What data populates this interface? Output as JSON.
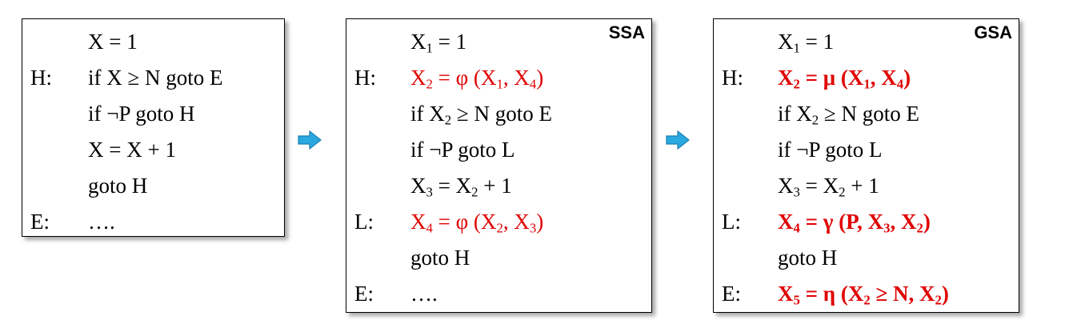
{
  "colors": {
    "highlight": "#e00000",
    "arrow_fill": "#29a9e0",
    "arrow_stroke": "#1c7fb0"
  },
  "panels": [
    {
      "tag": "",
      "lines": [
        {
          "label": "",
          "parts": [
            {
              "t": "X = 1"
            }
          ]
        },
        {
          "label": "H:",
          "parts": [
            {
              "t": "if X ≥ N goto E"
            }
          ]
        },
        {
          "label": "",
          "parts": [
            {
              "t": "if ¬P goto H"
            }
          ]
        },
        {
          "label": "",
          "parts": [
            {
              "t": "X = X + 1"
            }
          ]
        },
        {
          "label": "",
          "parts": [
            {
              "t": "goto H"
            }
          ]
        },
        {
          "label": "E:",
          "parts": [
            {
              "t": "…."
            }
          ]
        }
      ]
    },
    {
      "tag": "SSA",
      "lines": [
        {
          "label": "",
          "parts": [
            {
              "t": "X"
            },
            {
              "sub": "1"
            },
            {
              "t": " = 1"
            }
          ]
        },
        {
          "label": "H:",
          "style": "red",
          "parts": [
            {
              "t": "X"
            },
            {
              "sub": "2"
            },
            {
              "t": " = φ (X"
            },
            {
              "sub": "1"
            },
            {
              "t": ", X"
            },
            {
              "sub": "4"
            },
            {
              "t": ")"
            }
          ]
        },
        {
          "label": "",
          "parts": [
            {
              "t": "if X"
            },
            {
              "sub": "2"
            },
            {
              "t": " ≥ N goto E"
            }
          ]
        },
        {
          "label": "",
          "parts": [
            {
              "t": "if ¬P goto L"
            }
          ]
        },
        {
          "label": "",
          "parts": [
            {
              "t": "X"
            },
            {
              "sub": "3"
            },
            {
              "t": " = X"
            },
            {
              "sub": "2"
            },
            {
              "t": " + 1"
            }
          ]
        },
        {
          "label": "L:",
          "style": "red",
          "parts": [
            {
              "t": "X"
            },
            {
              "sub": "4"
            },
            {
              "t": " = φ (X"
            },
            {
              "sub": "2"
            },
            {
              "t": ", X"
            },
            {
              "sub": "3"
            },
            {
              "t": ")"
            }
          ]
        },
        {
          "label": "",
          "parts": [
            {
              "t": "goto H"
            }
          ]
        },
        {
          "label": "E:",
          "parts": [
            {
              "t": "…."
            }
          ]
        }
      ]
    },
    {
      "tag": "GSA",
      "lines": [
        {
          "label": "",
          "parts": [
            {
              "t": "X"
            },
            {
              "sub": "1"
            },
            {
              "t": " = 1"
            }
          ]
        },
        {
          "label": "H:",
          "style": "red bold",
          "parts": [
            {
              "t": "X"
            },
            {
              "sub": "2"
            },
            {
              "t": " = μ (X"
            },
            {
              "sub": "1"
            },
            {
              "t": ", X"
            },
            {
              "sub": "4"
            },
            {
              "t": ")"
            }
          ]
        },
        {
          "label": "",
          "parts": [
            {
              "t": "if X"
            },
            {
              "sub": "2"
            },
            {
              "t": " ≥ N goto E"
            }
          ]
        },
        {
          "label": "",
          "parts": [
            {
              "t": "if ¬P goto L"
            }
          ]
        },
        {
          "label": "",
          "parts": [
            {
              "t": "X"
            },
            {
              "sub": "3"
            },
            {
              "t": " = X"
            },
            {
              "sub": "2"
            },
            {
              "t": " + 1"
            }
          ]
        },
        {
          "label": "L:",
          "style": "red bold",
          "parts": [
            {
              "t": "X"
            },
            {
              "sub": "4"
            },
            {
              "t": " = γ (P, X"
            },
            {
              "sub": "3"
            },
            {
              "t": ", X"
            },
            {
              "sub": "2"
            },
            {
              "t": ")"
            }
          ]
        },
        {
          "label": "",
          "parts": [
            {
              "t": "goto H"
            }
          ]
        },
        {
          "label": "E:",
          "style": "red bold",
          "parts": [
            {
              "t": "X"
            },
            {
              "sub": "5"
            },
            {
              "t": " = η (X"
            },
            {
              "sub": "2"
            },
            {
              "t": " ≥ N, X"
            },
            {
              "sub": "2"
            },
            {
              "t": ")"
            }
          ]
        }
      ]
    }
  ]
}
